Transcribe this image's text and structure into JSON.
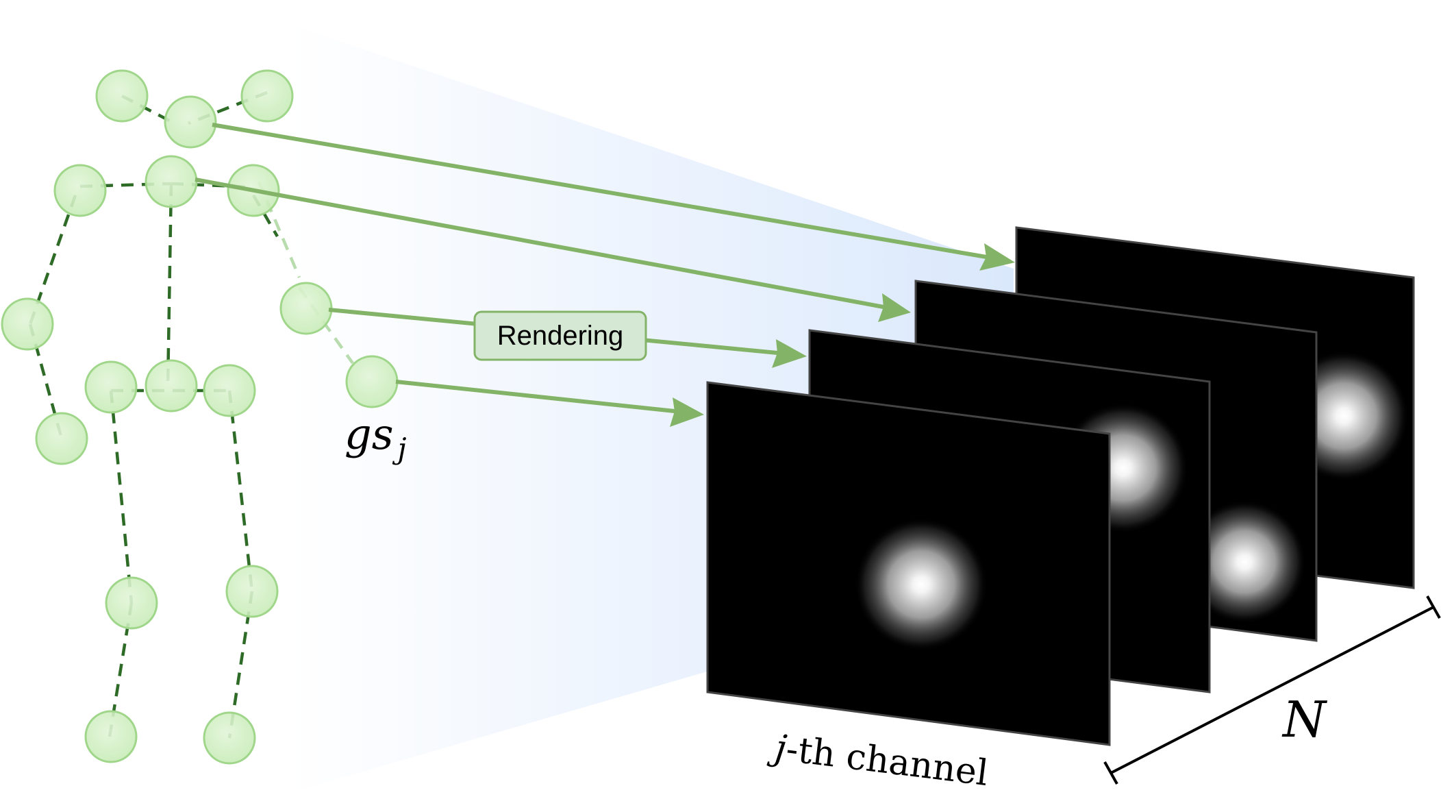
{
  "labels": {
    "rendering": "Rendering",
    "gs": "gs",
    "gs_sub": "j",
    "channel_j": "j",
    "channel_rest": "-th channel",
    "n_label": "N"
  },
  "colors": {
    "joint_fill": "#c8ecb8",
    "joint_stroke": "#9fd68a",
    "bone": "#2e6b26",
    "arrow": "#82b366",
    "rendering_box_fill": "#d5e8d4",
    "rendering_box_stroke": "#82b366",
    "frame_fill": "#000000",
    "frame_stroke": "#444444",
    "beam": "#dae8fc"
  },
  "icons": [
    "skeleton-joint-icon",
    "arrow-icon",
    "gaussian-heatmap-icon"
  ]
}
